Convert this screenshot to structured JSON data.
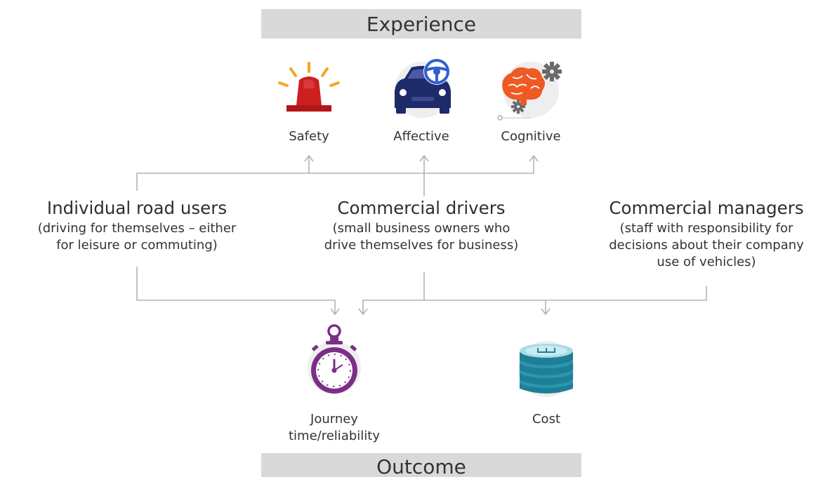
{
  "experience": {
    "banner": "Experience",
    "items": [
      {
        "label": "Safety",
        "icon": "siren-icon"
      },
      {
        "label": "Affective",
        "icon": "car-steering-wheel-icon"
      },
      {
        "label": "Cognitive",
        "icon": "brain-gears-icon"
      }
    ]
  },
  "groups": [
    {
      "title": "Individual road users",
      "desc_lines": [
        "(driving for themselves – either",
        "for leisure or commuting)"
      ]
    },
    {
      "title": "Commercial drivers",
      "desc_lines": [
        "(small business owners who",
        "drive themselves for business)"
      ]
    },
    {
      "title": "Commercial managers",
      "desc_lines": [
        "(staff with responsibility for",
        "decisions about their company",
        "use of vehicles)"
      ]
    }
  ],
  "outcome": {
    "banner": "Outcome",
    "items": [
      {
        "label_lines": [
          "Journey",
          "time/reliability"
        ],
        "icon": "stopwatch-icon"
      },
      {
        "label_lines": [
          "Cost"
        ],
        "icon": "coin-stack-icon"
      }
    ]
  },
  "colors": {
    "banner_bg": "#d9d9d9",
    "connector": "#b0b0b0",
    "siren_red": "#cc1f1f",
    "siren_rays": "#f5a623",
    "car_navy": "#1f2a6b",
    "wheel_blue": "#2f5fd0",
    "brain_orange": "#ee5a24",
    "gear_gray": "#6b6b6b",
    "stopwatch_purple": "#7b2f86",
    "coins_teal": "#1f7f96"
  }
}
